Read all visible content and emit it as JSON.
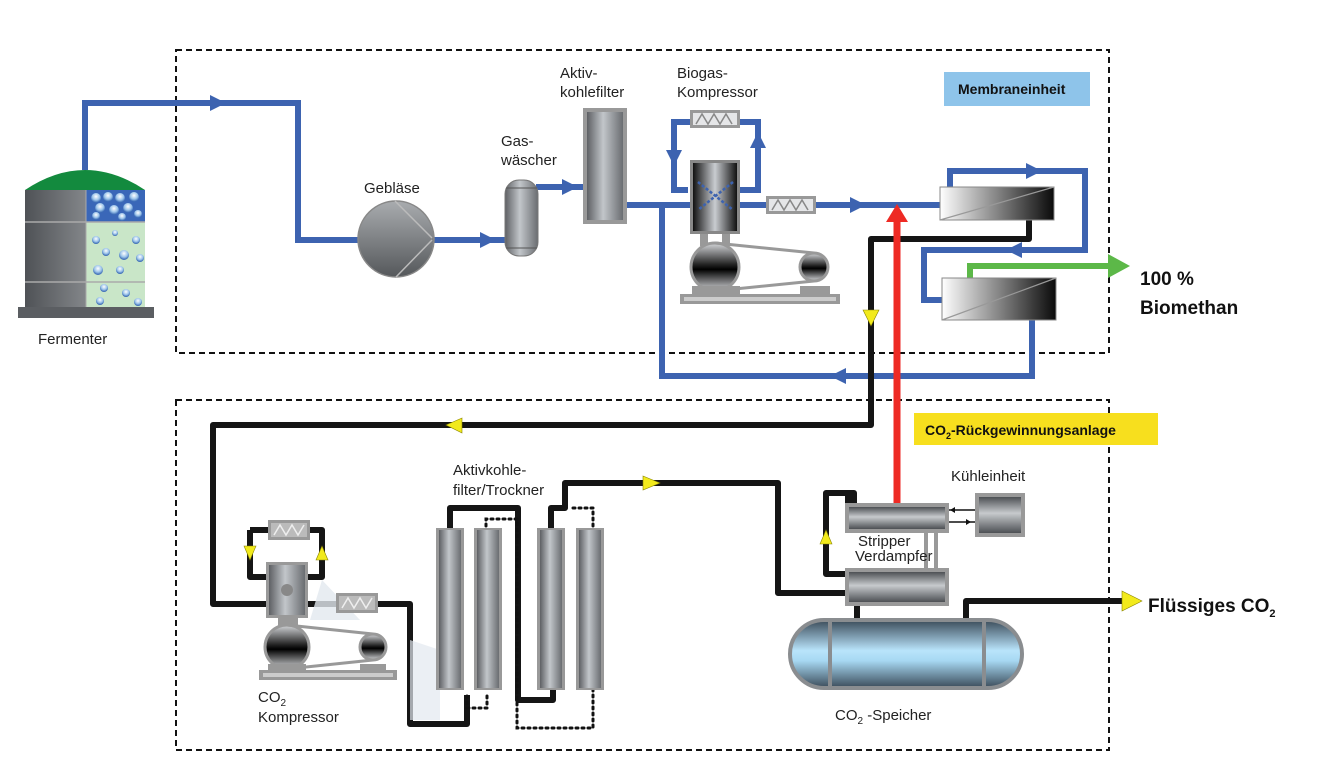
{
  "diagram": {
    "sections": {
      "membrane_unit": {
        "label": "Membraneinheit",
        "color": "#8ec4ea"
      },
      "co2_recovery": {
        "label_prefix": "CO",
        "label_sub": "2",
        "label_suffix": "-Rückgewinnungsanlage",
        "color": "#f7df1e"
      }
    },
    "components": {
      "fermenter": "Fermenter",
      "blower": "Gebläse",
      "gas_scrubber_line1": "Gas-",
      "gas_scrubber_line2": "wäscher",
      "activated_carbon_line1": "Aktiv-",
      "activated_carbon_line2": "kohlefilter",
      "biogas_compressor_line1": "Biogas-",
      "biogas_compressor_line2": "Kompressor",
      "co2_compressor_line1_prefix": "CO",
      "co2_compressor_line1_sub": "2",
      "co2_compressor_line2": "Kompressor",
      "carbon_dryer_line1": "Aktivkohle-",
      "carbon_dryer_line2": "filter/Trockner",
      "cooling_unit": "Kühleinheit",
      "stripper_line1": "Stripper",
      "stripper_line2": "Verdampfer",
      "co2_storage_prefix": "CO",
      "co2_storage_sub": "2",
      "co2_storage_suffix": " -Speicher"
    },
    "outputs": {
      "biomethane_line1": "100 %",
      "biomethane_line2": "Biomethan",
      "liquid_co2_prefix": "Flüssiges CO",
      "liquid_co2_sub": "2"
    },
    "colors": {
      "biogas_pipe": "#3d63b0",
      "co2_pipe": "#151515",
      "biomethane_pipe": "#5cb848",
      "heat_pipe": "#ee2a24",
      "flow_arrow_co2": "#f2ea1c",
      "fermenter_roof": "#138a3e"
    }
  }
}
